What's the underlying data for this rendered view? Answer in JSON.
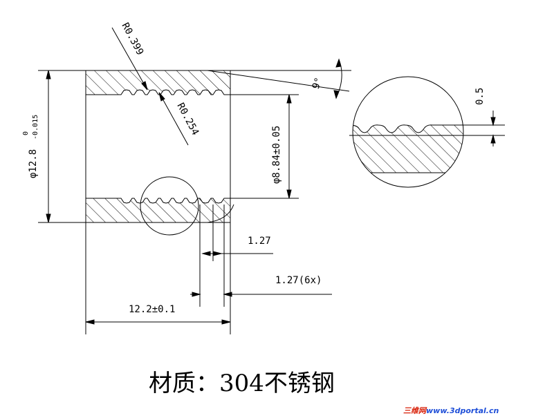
{
  "dimensions": {
    "radius_outer_groove": "R0.399",
    "radius_inner_groove": "R0.254",
    "angle": "9°",
    "outer_diameter_nominal": "φ12.8",
    "outer_diameter_tol_upper": "0",
    "outer_diameter_tol_lower": "-0.015",
    "inner_diameter": "φ8.84±0.05",
    "pitch": "1.27",
    "pitch_repeat": "1.27(6x)",
    "length": "12.2±0.1",
    "groove_depth": "0.5"
  },
  "material_label": "材质：304不锈钢",
  "watermark": {
    "prefix": "三维网",
    "url": "www.3dportal.cn",
    "prefix_color": "#d81e06",
    "url_color": "#1f4fd8"
  }
}
